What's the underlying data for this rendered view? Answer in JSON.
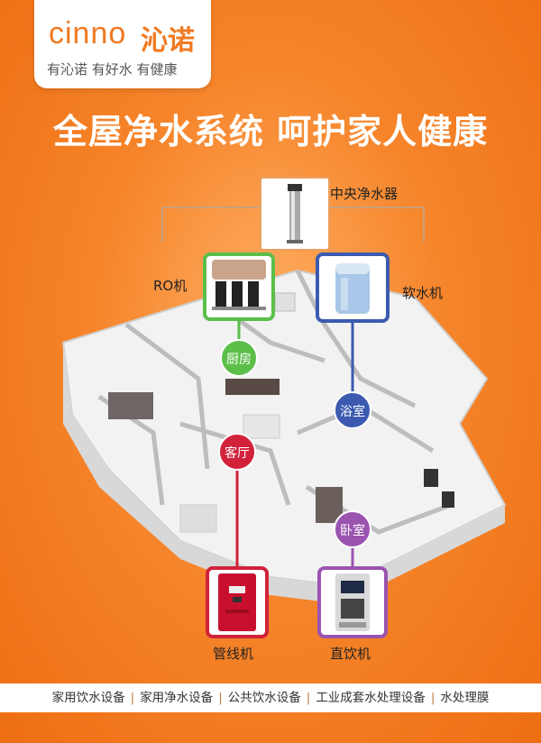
{
  "brand": {
    "name_en": "cinno",
    "name_cn": "沁诺",
    "slogan": "有沁诺  有好水  有健康",
    "color": "#f07a22"
  },
  "headline": "全屋净水系统 呵护家人健康",
  "central": {
    "label": "中央净水器"
  },
  "devices": {
    "ro": {
      "label": "RO机",
      "color": "#5bbf4a"
    },
    "softener": {
      "label": "软水机",
      "color": "#3b5ab0"
    },
    "pipeline": {
      "label": "管线机",
      "color": "#d2223a"
    },
    "direct": {
      "label": "直饮机",
      "color": "#9a54b0"
    }
  },
  "rooms": {
    "kitchen": "厨房",
    "bathroom": "浴室",
    "living": "客厅",
    "bedroom": "卧室"
  },
  "footer": {
    "items": [
      "家用饮水设备",
      "家用净水设备",
      "公共饮水设备",
      "工业成套水处理设备",
      "水处理膜"
    ]
  }
}
